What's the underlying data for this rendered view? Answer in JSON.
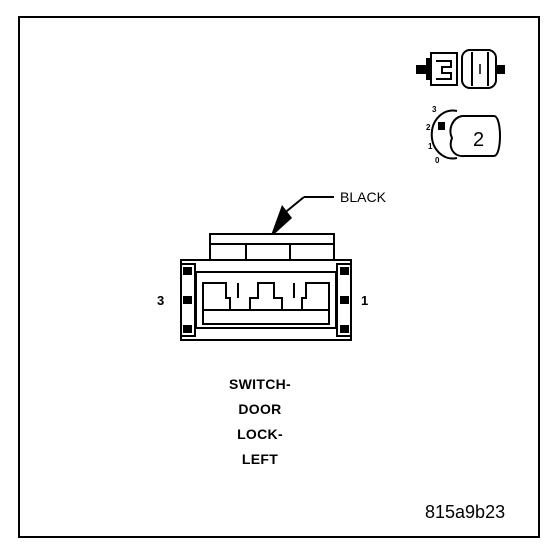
{
  "connector": {
    "color_label": "BLACK",
    "pin_left": "3",
    "pin_right": "1"
  },
  "name_lines": [
    "SWITCH-",
    "DOOR",
    "LOCK-",
    "LEFT"
  ],
  "key_icon": {
    "positions": [
      "3",
      "2",
      "1",
      "0"
    ],
    "key_number": "2"
  },
  "figure_id": "815a9b23"
}
